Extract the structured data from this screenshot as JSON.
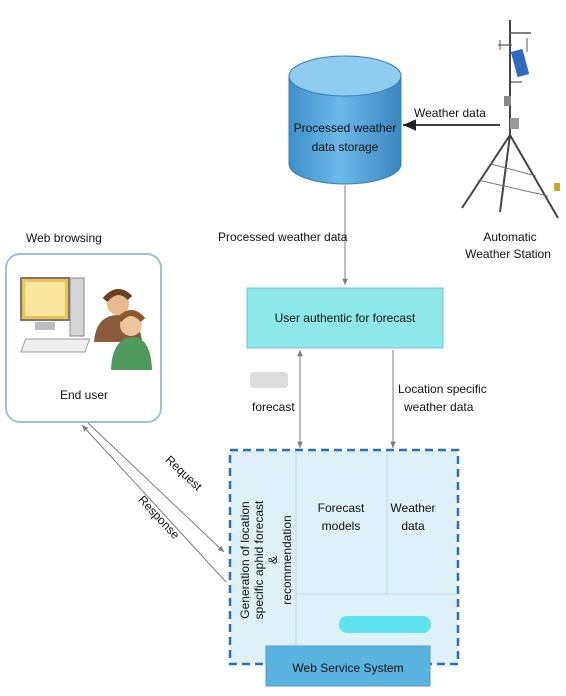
{
  "title": "",
  "storage": {
    "label_line1": "Processed weather",
    "label_line2": "data storage"
  },
  "station": {
    "label_line1": "Automatic",
    "label_line2": "Weather Station"
  },
  "edges": {
    "weather_data": "Weather data",
    "processed_weather_data": "Processed weather data",
    "forecast": "forecast",
    "location_specific_line1": "Location specific",
    "location_specific_line2": "weather data",
    "request": "Request",
    "response": "Response"
  },
  "auth": {
    "label": "User authentic for forecast"
  },
  "browser": {
    "caption": "Web browsing",
    "end_user": "End user"
  },
  "web_service": {
    "label": "Web Service System",
    "vertical_line1": "Generation of location",
    "vertical_line2": "specific aphid forecast",
    "vertical_line3": "&",
    "vertical_line4": "recommendation",
    "forecast_models_line1": "Forecast",
    "forecast_models_line2": "models",
    "weather_data_line1": "Weather",
    "weather_data_line2": "data"
  },
  "colors": {
    "cylinder": "#5aa9dd",
    "auth_box": "#8ee7e9",
    "service_bg": "#def0f8",
    "dashed_border": "#2a6fb8",
    "service_label_bg": "#5bb3e0",
    "browser_border": "#9fc0dc"
  }
}
